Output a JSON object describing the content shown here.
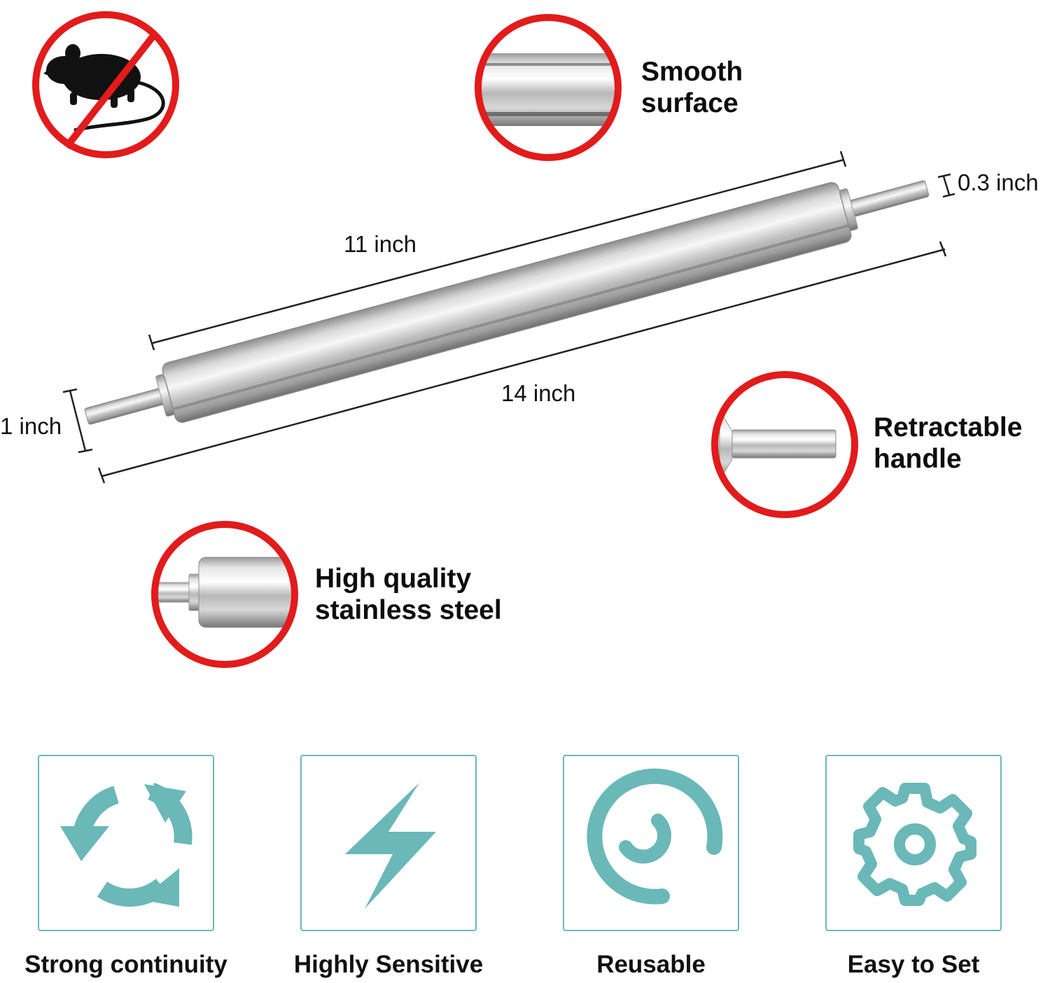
{
  "colors": {
    "badge_red": "#e21b1b",
    "icon_teal": "#6bb8b8",
    "steel_light": "#f2f2f2",
    "steel_dark": "#8a8a8a"
  },
  "badges": {
    "no_rodent": {
      "icon": "rat-prohibited-icon"
    },
    "smooth_surface": {
      "line1": "Smooth",
      "line2": "surface"
    },
    "retractable_handle": {
      "line1": "Retractable",
      "line2": "handle"
    },
    "stainless_steel": {
      "line1": "High quality",
      "line2": "stainless steel"
    }
  },
  "dimensions": {
    "body_length": "11 inch",
    "total_length": "14 inch",
    "diameter": "1 inch",
    "handle_diameter": "0.3 inch"
  },
  "features": [
    {
      "label": "Strong continuity",
      "icon": "recycle-arrows-icon"
    },
    {
      "label": "Highly Sensitive",
      "icon": "lightning-bolt-icon"
    },
    {
      "label": "Reusable",
      "icon": "spiral-icon"
    },
    {
      "label": "Easy to Set",
      "icon": "gear-icon"
    }
  ]
}
